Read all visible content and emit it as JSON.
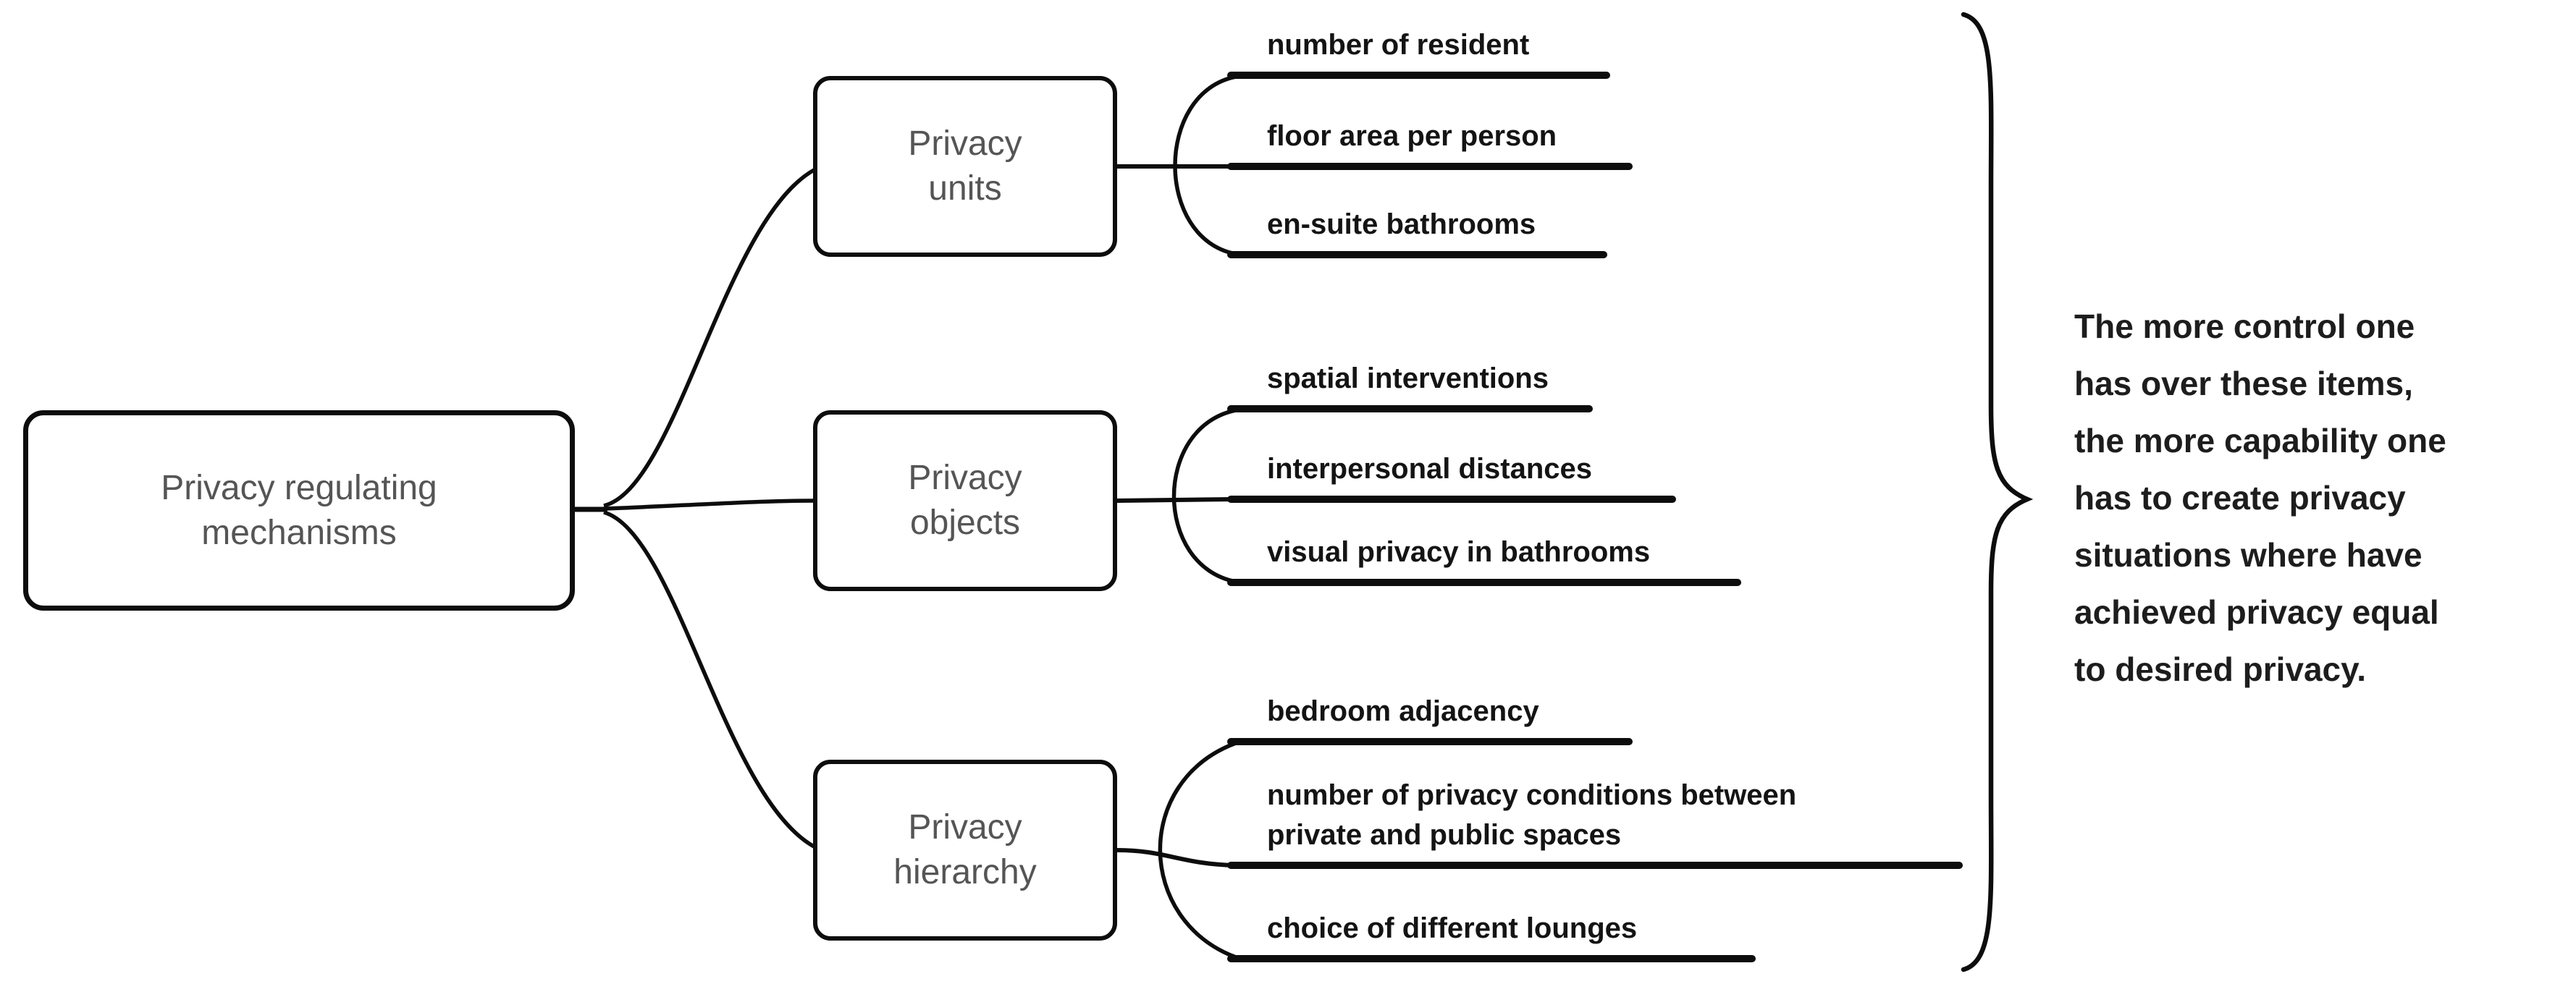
{
  "diagram": {
    "root": {
      "label": "Privacy regulating\nmechanisms"
    },
    "branches": [
      {
        "label": "Privacy\nunits",
        "leaves": [
          "number of resident",
          "floor area per person",
          "en-suite bathrooms"
        ]
      },
      {
        "label": "Privacy\nobjects",
        "leaves": [
          "spatial interventions",
          "interpersonal distances",
          "visual privacy in bathrooms"
        ]
      },
      {
        "label": "Privacy\nhierarchy",
        "leaves": [
          "bedroom adjacency",
          "number of privacy conditions between\nprivate and public spaces",
          "choice of different lounges"
        ]
      }
    ],
    "annotation": "The more control one\nhas over these items,\nthe more capability one\nhas to create privacy\nsituations where have\nachieved privacy equal\nto desired privacy.",
    "colors": {
      "line": "#0d0d0d",
      "box_border": "#0d0d0d",
      "box_label": "#555555",
      "leaf_text": "#141414",
      "annotation_text": "#1d1d1d",
      "background": "#ffffff"
    }
  }
}
